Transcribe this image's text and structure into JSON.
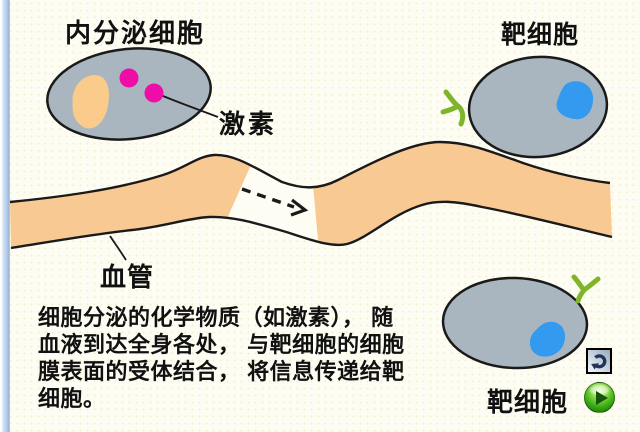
{
  "labels": {
    "endocrine_cell": "内分泌细胞",
    "hormone": "激素",
    "target_cell_top": "靶细胞",
    "vessel": "血管",
    "target_cell_bottom": "靶细胞"
  },
  "paragraph": {
    "lines": [
      "细胞分泌的化学物质（如激素）， 随",
      "血液到达全身各处， 与靶细胞的细胞",
      "膜表面的受体结合， 将信息传递给靶",
      "细胞。"
    ]
  },
  "icons": {
    "replay": "replay-circular-arrow-icon",
    "play": "play-triangle-icon",
    "receptor": "y-shaped-receptor",
    "flow_arrow": "dashed-flow-arrow"
  },
  "colors": {
    "cell_fill": "#A9B6C0",
    "cell_outline": "#1A1A1A",
    "nucleus_orange": "#FBCB8C",
    "nucleus_blue": "#339AF0",
    "hormone_pink": "#F00CA6",
    "receptor_green": "#7FB52B",
    "vessel_fill": "#F9C993",
    "vessel_outline": "#1A1A1A",
    "strip_blue": "#B3CDEC",
    "icon_navy": "#243358",
    "play_green": "#3FAE16"
  }
}
